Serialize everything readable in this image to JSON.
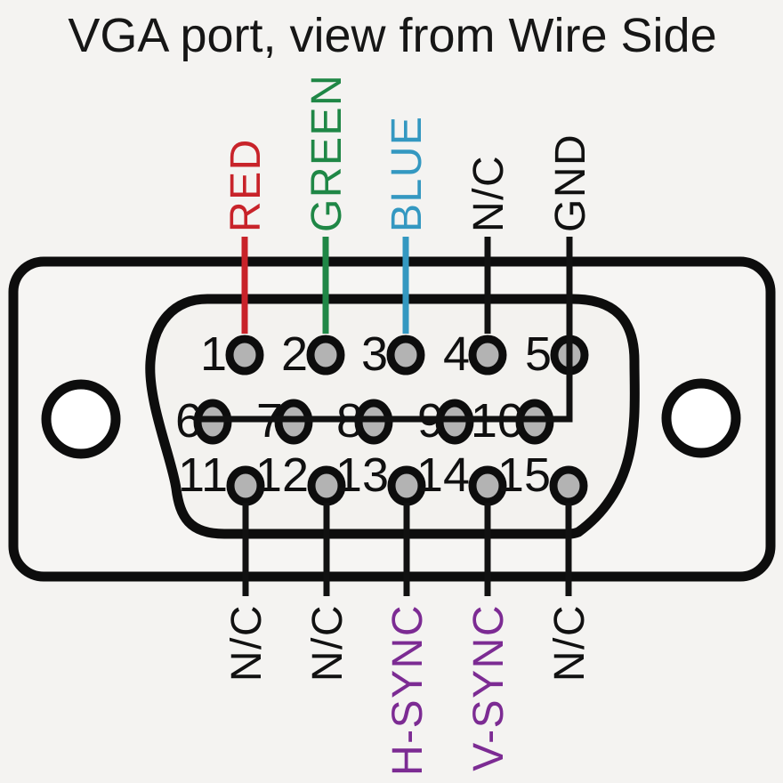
{
  "title": "VGA port, view from Wire Side",
  "top_labels": [
    {
      "label": "RED",
      "pin": 1,
      "color": "#c8232a"
    },
    {
      "label": "GREEN",
      "pin": 2,
      "color": "#1f8746"
    },
    {
      "label": "BLUE",
      "pin": 3,
      "color": "#3498c1"
    },
    {
      "label": "N/C",
      "pin": 4,
      "color": "#111111"
    },
    {
      "label": "GND",
      "pin": 5,
      "color": "#111111"
    }
  ],
  "bottom_labels": [
    {
      "label": "N/C",
      "pin": 11,
      "color": "#111111"
    },
    {
      "label": "N/C",
      "pin": 12,
      "color": "#111111"
    },
    {
      "label": "H-SYNC",
      "pin": 13,
      "color": "#7c2b93"
    },
    {
      "label": "V-SYNC",
      "pin": 14,
      "color": "#7c2b93"
    },
    {
      "label": "N/C",
      "pin": 15,
      "color": "#111111"
    }
  ],
  "pin_numbers": [
    "1",
    "2",
    "3",
    "4",
    "5",
    "6",
    "7",
    "8",
    "9",
    "10",
    "11",
    "12",
    "13",
    "14",
    "15"
  ],
  "colors": {
    "background": "#f4f3f1",
    "connector_shell_fill": "#f6f5f3",
    "dsub_body_fill": "#f3f2ef",
    "outline_black": "#0d0d0d",
    "line_black": "#111111",
    "pin_fill_gray": "#b3b3b3",
    "screw_hole_fill": "#ffffff",
    "red": "#c8232a",
    "green": "#1f8746",
    "blue": "#3498c1",
    "purple": "#7c2b93"
  }
}
